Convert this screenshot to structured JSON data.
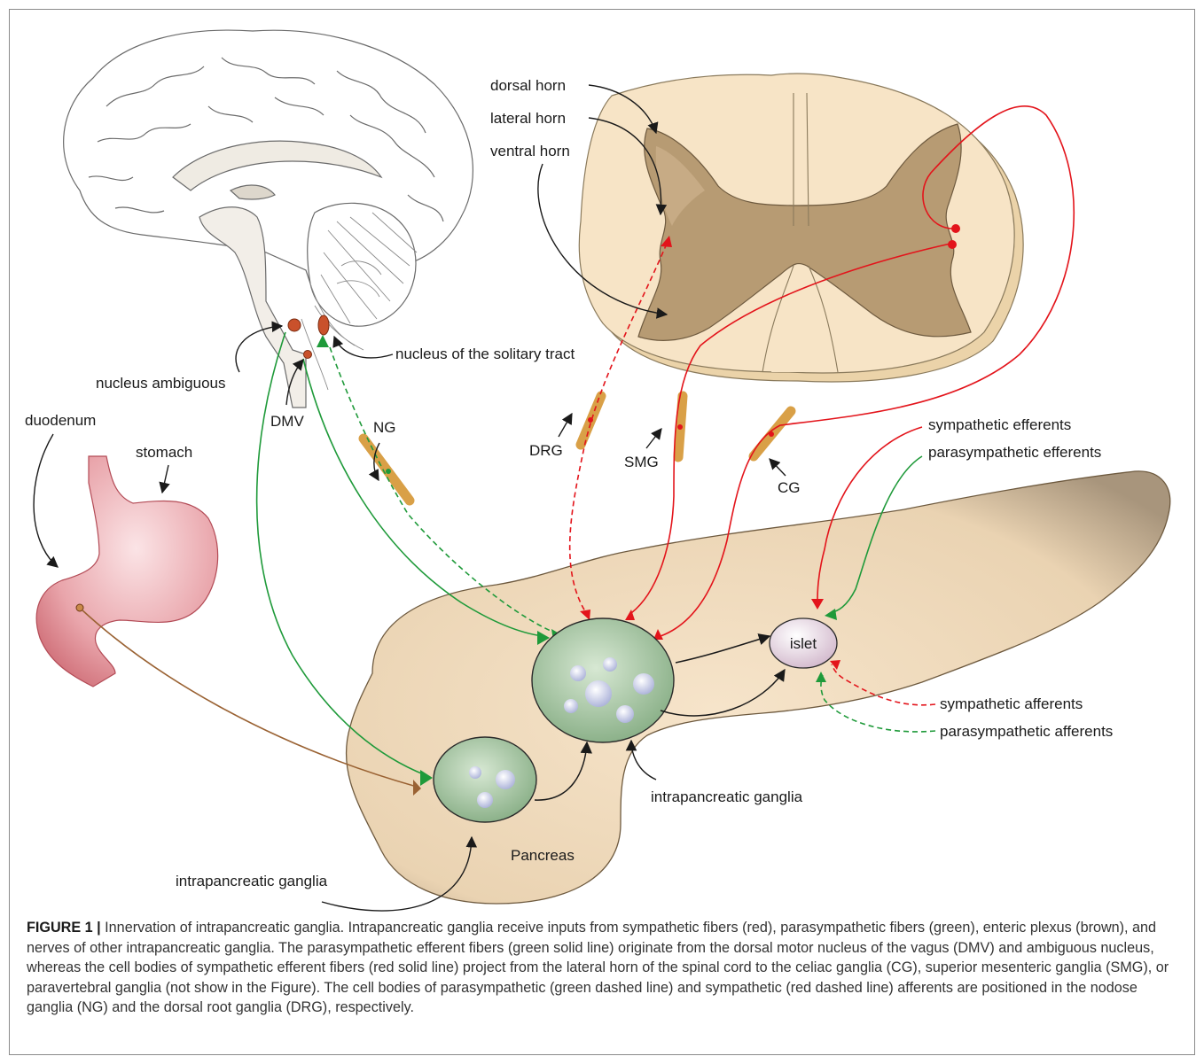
{
  "labels": {
    "dorsal_horn": "dorsal horn",
    "lateral_horn": "lateral horn",
    "ventral_horn": "ventral horn",
    "nucleus_ambiguous": "nucleus ambiguous",
    "nucleus_solitary": "nucleus of the solitary tract",
    "dmv": "DMV",
    "ng": "NG",
    "drg": "DRG",
    "smg": "SMG",
    "cg": "CG",
    "duodenum": "duodenum",
    "stomach": "stomach",
    "sympathetic_efferents": "sympathetic efferents",
    "parasympathetic_efferents": "parasympathetic efferents",
    "islet": "islet",
    "sympathetic_afferents": "sympathetic afferents",
    "parasympathetic_afferents": "parasympathetic afferents",
    "intrapancreatic_ganglia_right": "intrapancreatic ganglia",
    "intrapancreatic_ganglia_bottom": "intrapancreatic ganglia",
    "pancreas": "Pancreas"
  },
  "caption": {
    "figure_label": "FIGURE 1 |",
    "text": " Innervation of intrapancreatic ganglia. Intrapancreatic ganglia receive inputs from sympathetic fibers (red), parasympathetic fibers (green), enteric plexus (brown), and nerves of other intrapancreatic ganglia. The parasympathetic efferent fibers (green solid line) originate from the dorsal motor nucleus of the vagus (DMV) and ambiguous nucleus, whereas the cell bodies of sympathetic efferent fibers (red solid line) project from the lateral horn of the spinal cord to the celiac ganglia (CG), superior mesenteric ganglia (SMG), or paravertebral ganglia (not show in the Figure). The cell bodies of parasympathetic (green dashed line) and sympathetic (red dashed line) afferents are positioned in the nodose ganglia (NG) and the dorsal root ganglia (DRG), respectively."
  },
  "colors": {
    "sympathetic": "#e3141b",
    "parasympathetic": "#1f9a3a",
    "enteric": "#9a6233",
    "pancreas": "#f0dcc0",
    "ganglion": "#a9c9a6",
    "islet": "#eadbe6",
    "ganglion_body": "#d9a047"
  }
}
